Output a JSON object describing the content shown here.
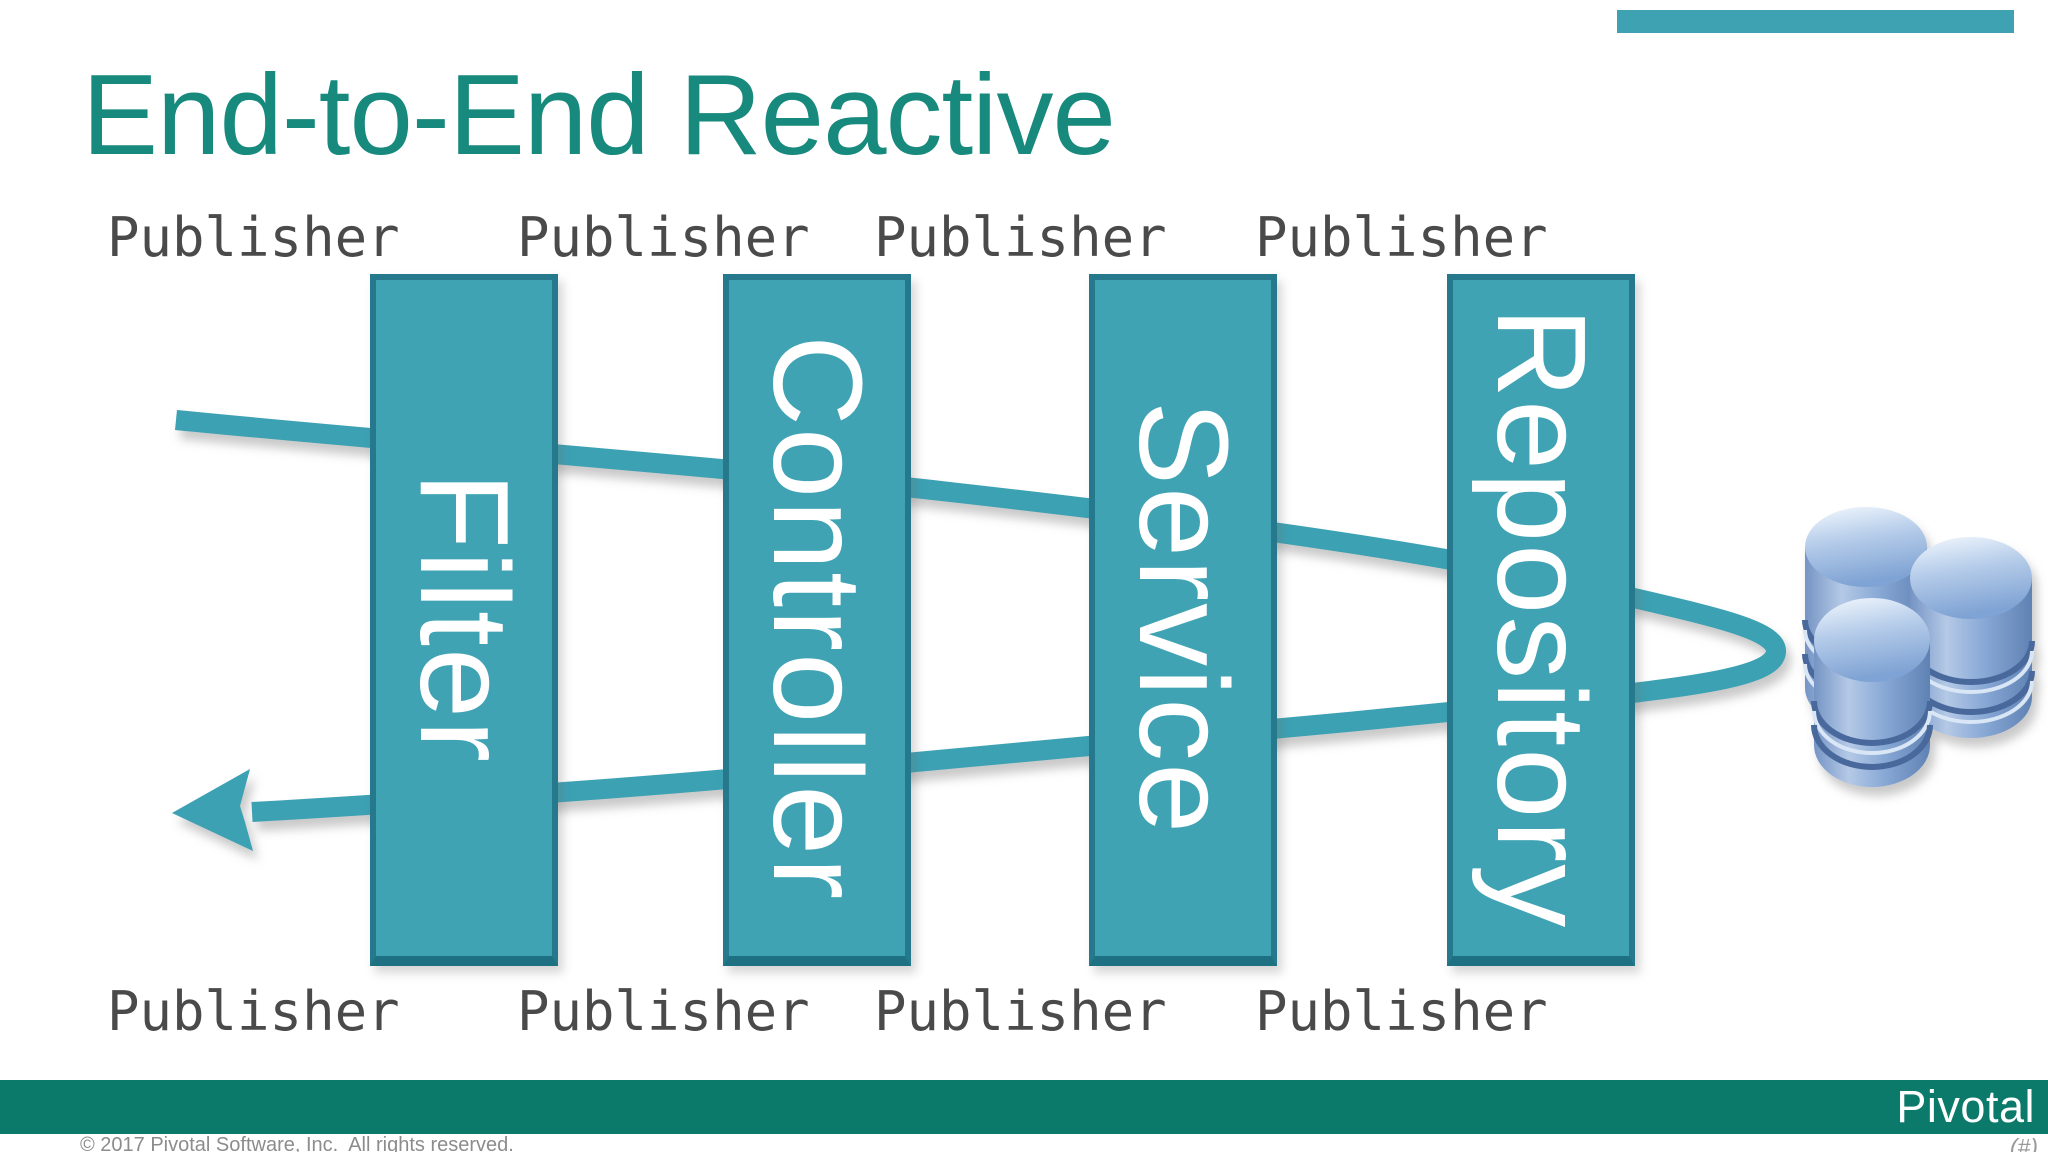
{
  "slide": {
    "title": "End-to-End Reactive"
  },
  "publishers_top": [
    "Publisher",
    "Publisher",
    "Publisher",
    "Publisher"
  ],
  "publishers_bottom": [
    "Publisher",
    "Publisher",
    "Publisher",
    "Publisher"
  ],
  "pipeline": {
    "bars": [
      {
        "label": "Filter"
      },
      {
        "label": "Controller"
      },
      {
        "label": "Service"
      },
      {
        "label": "Repository"
      }
    ],
    "flow": "request flows right through all layers, loops at the database and returns left"
  },
  "icons": {
    "database_icon": "three stacked blue database cylinders",
    "flow_arrow_icon": "teal hairpin arrow pointing back to the left"
  },
  "footer": {
    "logo": "Pivotal",
    "copyright": "© 2017 Pivotal Software, Inc.  All rights reserved.",
    "slide_number": "(#)"
  },
  "colors": {
    "title_teal": "#17897d",
    "bar_fill": "#3fa3b4",
    "bar_border": "#26798c",
    "arrow_teal": "#3ba1b3",
    "accent_strip": "#3fa2b3",
    "footer_green": "#0c7a6a",
    "publisher_text": "#4a4a4a",
    "database_blue": "#7fa3d4"
  }
}
